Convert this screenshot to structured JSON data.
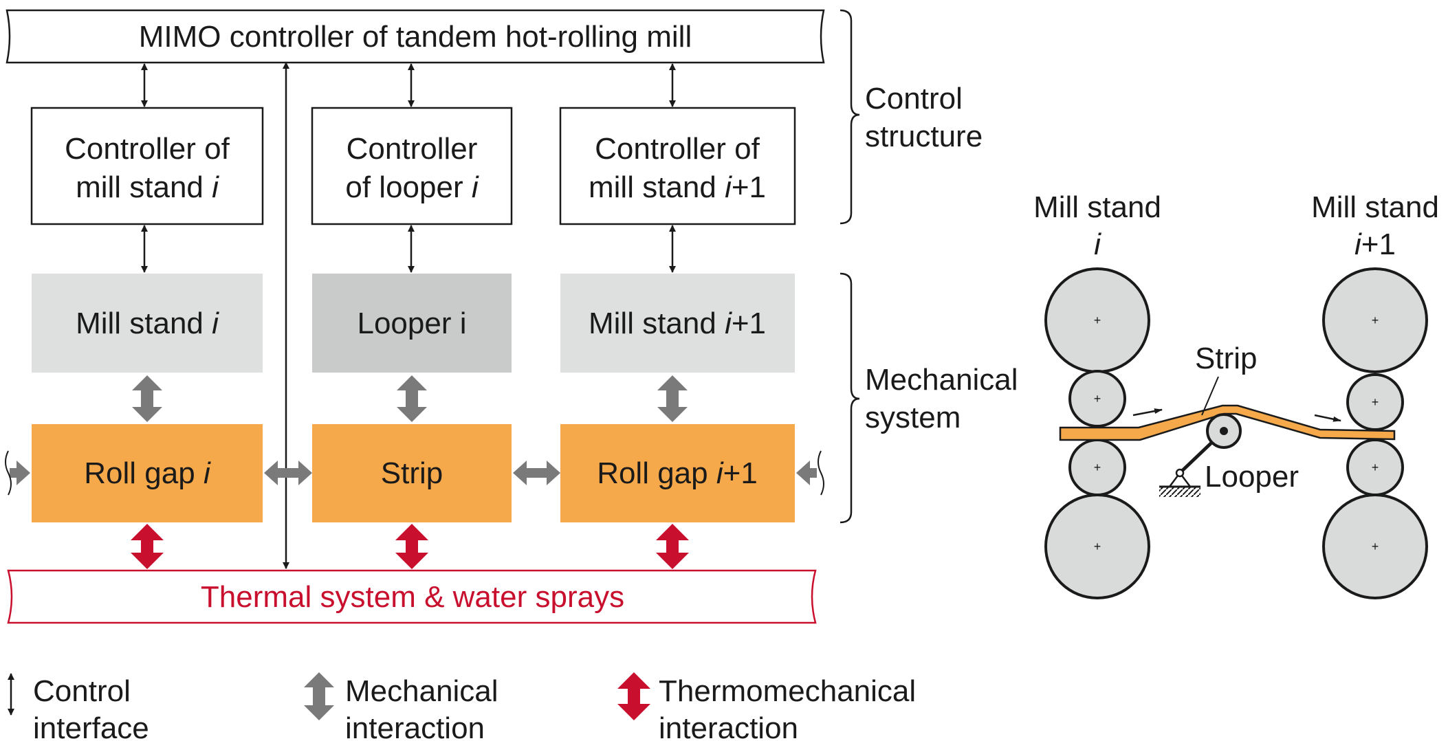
{
  "colors": {
    "line": "#1a1a1a",
    "stand_fill": "#dedfdf",
    "looper_fill": "#c9caca",
    "orange": "#f5a94a",
    "mech_arrow": "#7a7a7a",
    "thermal_red": "#c8102e",
    "roll_fill": "#d9dada"
  },
  "control": {
    "mimo": "MIMO controller of tandem hot-rolling mill",
    "c1_l1": "Controller of",
    "c1_l2": "mill stand ",
    "c1_i": "i",
    "c2_l1": "Controller",
    "c2_l2": "of looper ",
    "c2_i": "i",
    "c3_l1": "Controller of",
    "c3_l2": "mill stand ",
    "c3_i": "i",
    "c3_plus": "+1"
  },
  "mechanical": {
    "stand1": "Mill stand ",
    "stand1_i": "i",
    "looper": "Looper i",
    "stand2": "Mill stand ",
    "stand2_i": "i",
    "stand2_plus": "+1",
    "gap1": "Roll gap ",
    "gap1_i": "i",
    "strip": "Strip",
    "gap2": "Roll gap ",
    "gap2_i": "i",
    "gap2_plus": "+1"
  },
  "thermal": "Thermal system & water sprays",
  "brackets": {
    "control_l1": "Control",
    "control_l2": "structure",
    "mech_l1": "Mechanical",
    "mech_l2": "system"
  },
  "legend": {
    "control_l1": "Control",
    "control_l2": "interface",
    "mech_l1": "Mechanical",
    "mech_l2": "interaction",
    "thermo_l1": "Thermomechanical",
    "thermo_l2": "interaction"
  },
  "sketch": {
    "stand1_l1": "Mill stand",
    "stand1_i": "i",
    "stand2_l1": "Mill stand",
    "stand2_i": "i",
    "stand2_plus": "+1",
    "strip": "Strip",
    "looper": "Looper",
    "roll_center": "+"
  }
}
